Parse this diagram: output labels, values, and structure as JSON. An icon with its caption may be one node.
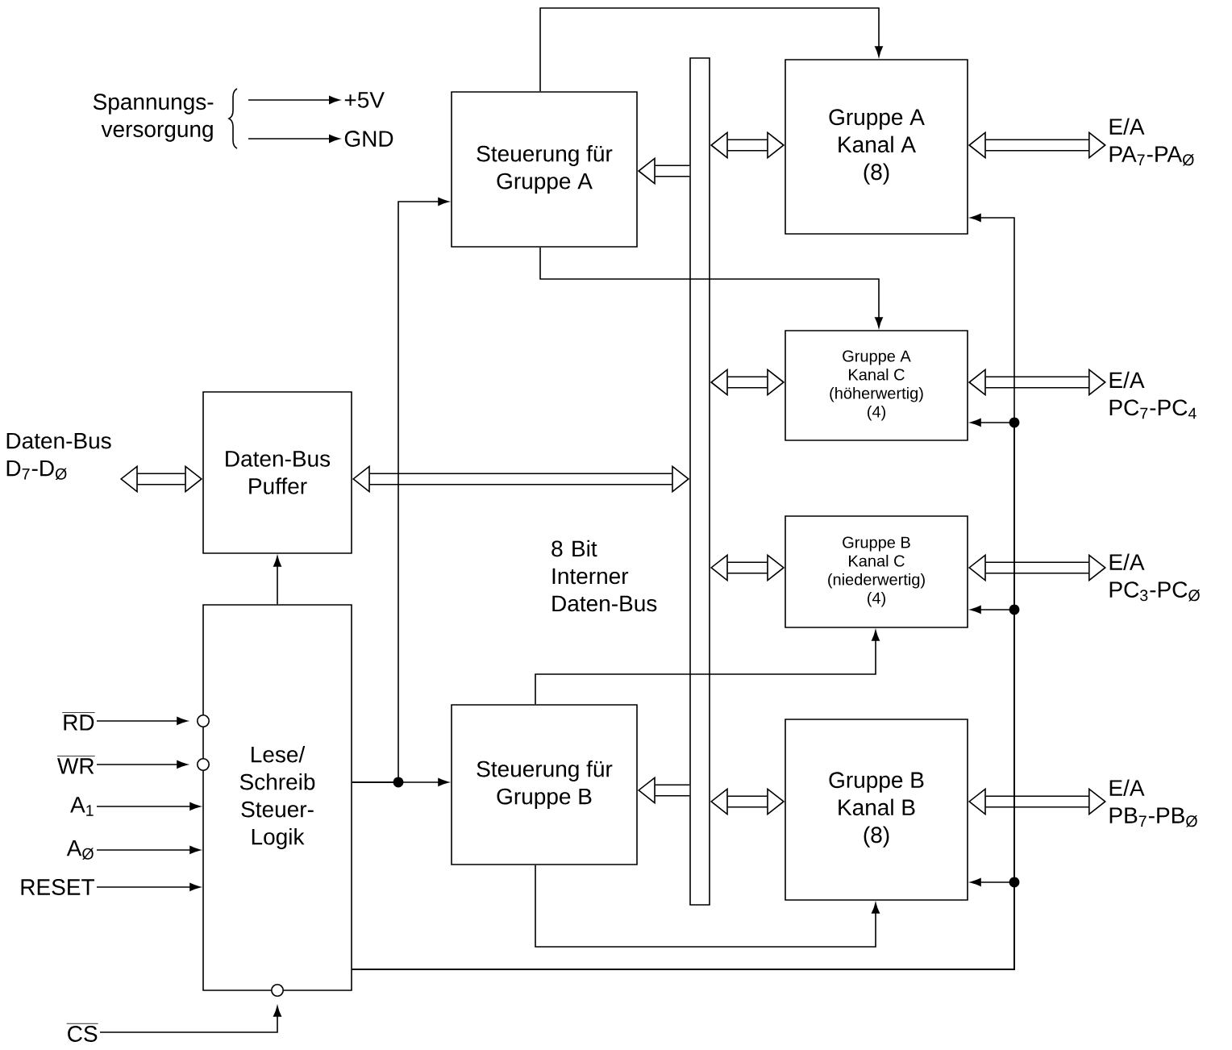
{
  "diagram": {
    "nodes": [
      {
        "text": [
          "Steuerung für Gruppe A"
        ]
      },
      {
        "text": [
          "Gruppe A Kanal A (8)"
        ]
      },
      {
        "text": [
          "Gruppe A Kanal C (höherwertig) (4)"
        ]
      },
      {
        "text": [
          "Gruppe B Kanal C (niederwertig) (4)"
        ]
      },
      {
        "text": [
          "Gruppe B Kanal B (8)"
        ]
      },
      {
        "text": [
          "Steuerung für Gruppe B"
        ]
      },
      {
        "text": [
          "Daten-Bus Puffer"
        ]
      },
      {
        "text": [
          "Lese/ Schreib Steuer- Logik"
        ]
      },
      {
        "text": [],
        "shape": "bar",
        "beside": [
          "8 Bit Interner Daten-Bus"
        ]
      },
      {
        "text": [
          "Spannungs- versorgung"
        ]
      },
      {
        "text": [
          "+5V"
        ]
      },
      {
        "text": [
          "GND"
        ]
      },
      {
        "text": [
          "Daten-Bus D$_{7}$-D$_{Ø}$"
        ]
      },
      {
        "text": [
          "E/A PA$_{7}$-PA$_{Ø}$"
        ]
      },
      {
        "text": [
          "E/A PC$_{7}$-PC$_{4}$"
        ]
      },
      {
        "text": [
          "E/A PC$_{3}$-PC$_{Ø}$"
        ]
      },
      {
        "text": [
          "E/A PB$_{7}$-PB$_{Ø}$"
        ]
      },
      {
        "text": [
          "RD"
        ]
      },
      {
        "text": [
          "WR"
        ]
      },
      {
        "text": [
          "A$_{1}$"
        ]
      },
      {
        "text": [
          "A$_{Ø}$"
        ]
      },
      {
        "text": [
          "RESET"
        ]
      },
      {
        "text": [
          "CS"
        ]
      }
    ],
    "edges": [
      {
        "from": 9,
        "to": 10,
        "arrow": "to"
      },
      {
        "from": 9,
        "to": 11,
        "arrow": "to"
      },
      {
        "from": 12,
        "to": 6,
        "arrow": "both",
        "style": "thick"
      },
      {
        "from": 6,
        "to": 8,
        "arrow": "both",
        "style": "thick"
      },
      {
        "from": 8,
        "to": 1,
        "arrow": "both",
        "style": "thick"
      },
      {
        "from": 8,
        "to": 2,
        "arrow": "both",
        "style": "thick"
      },
      {
        "from": 8,
        "to": 3,
        "arrow": "both",
        "style": "thick"
      },
      {
        "from": 8,
        "to": 4,
        "arrow": "both",
        "style": "thick"
      },
      {
        "from": 1,
        "to": 13,
        "arrow": "both",
        "style": "thick"
      },
      {
        "from": 2,
        "to": 14,
        "arrow": "both",
        "style": "thick"
      },
      {
        "from": 3,
        "to": 15,
        "arrow": "both",
        "style": "thick"
      },
      {
        "from": 4,
        "to": 16,
        "arrow": "both",
        "style": "thick"
      },
      {
        "from": 8,
        "to": 0,
        "arrow": "to",
        "style": "thick"
      },
      {
        "from": 8,
        "to": 5,
        "arrow": "to",
        "style": "thick"
      },
      {
        "from": 7,
        "to": 6,
        "arrow": "to"
      },
      {
        "from": 0,
        "to": 1,
        "arrow": "to"
      },
      {
        "from": 0,
        "to": 2,
        "arrow": "to"
      },
      {
        "from": 5,
        "to": 3,
        "arrow": "to"
      },
      {
        "from": 5,
        "to": 4,
        "arrow": "to"
      },
      {
        "from": 7,
        "to": 0,
        "arrow": "to"
      },
      {
        "from": 7,
        "to": 5,
        "arrow": "to"
      },
      {
        "from": 7,
        "to": 1,
        "arrow": "to"
      },
      {
        "from": 7,
        "to": 2,
        "arrow": "to"
      },
      {
        "from": 7,
        "to": 3,
        "arrow": "to"
      },
      {
        "from": 7,
        "to": 4,
        "arrow": "to"
      },
      {
        "from": 17,
        "to": 7,
        "arrow": "to"
      },
      {
        "from": 18,
        "to": 7,
        "arrow": "to"
      },
      {
        "from": 19,
        "to": 7,
        "arrow": "to"
      },
      {
        "from": 20,
        "to": 7,
        "arrow": "to"
      },
      {
        "from": 21,
        "to": 7,
        "arrow": "to"
      },
      {
        "from": 22,
        "to": 7,
        "arrow": "to"
      }
    ]
  }
}
